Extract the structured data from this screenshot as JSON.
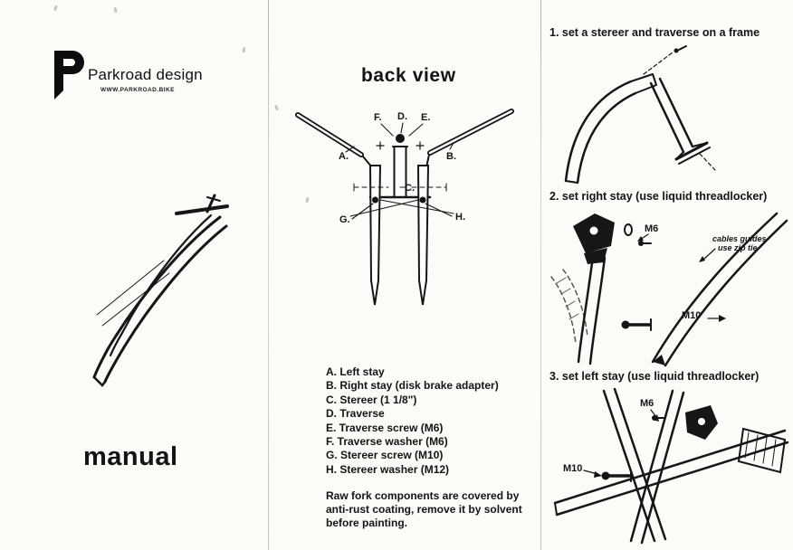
{
  "brand": {
    "name": "Parkroad design",
    "url": "WWW.PARKROAD.BIKE"
  },
  "left_panel": {
    "title": "manual"
  },
  "middle_panel": {
    "title": "back view",
    "labels": {
      "a": "A.",
      "b": "B.",
      "c": "C.",
      "d": "D.",
      "e": "E.",
      "f": "F.",
      "g": "G.",
      "h": "H."
    },
    "parts_list": [
      "A. Left stay",
      "B. Right stay (disk brake adapter)",
      "C. Stereer (1 1/8\")",
      "D. Traverse",
      "E. Traverse screw (M6)",
      "F. Traverse washer (M6)",
      "G. Stereer screw (M10)",
      "H. Stereer washer (M12)"
    ],
    "note": "Raw fork components are covered by anti-rust coating, remove it by solvent before painting."
  },
  "right_panel": {
    "step1": {
      "title": "1. set a stereer and traverse on a frame"
    },
    "step2": {
      "title": "2. set right stay (use liquid threadlocker)",
      "labels": {
        "m6": "M6",
        "m10": "M10",
        "cables_line1": "cables guides",
        "cables_line2": "use zip tie"
      }
    },
    "step3": {
      "title": "3. set left stay (use liquid threadlocker)",
      "labels": {
        "m6": "M6",
        "m10": "M10"
      }
    }
  }
}
